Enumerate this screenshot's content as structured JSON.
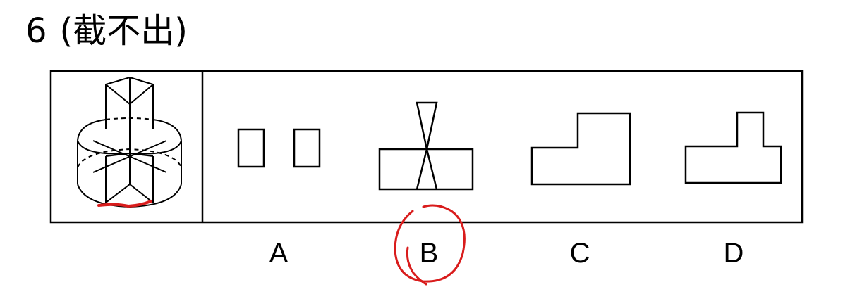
{
  "question": {
    "number": "6",
    "title": "(截不出)"
  },
  "options": [
    {
      "label": "A"
    },
    {
      "label": "B"
    },
    {
      "label": "C"
    },
    {
      "label": "D"
    }
  ],
  "annotation": {
    "selected_option": "B",
    "ink_color": "#d91c1c"
  }
}
